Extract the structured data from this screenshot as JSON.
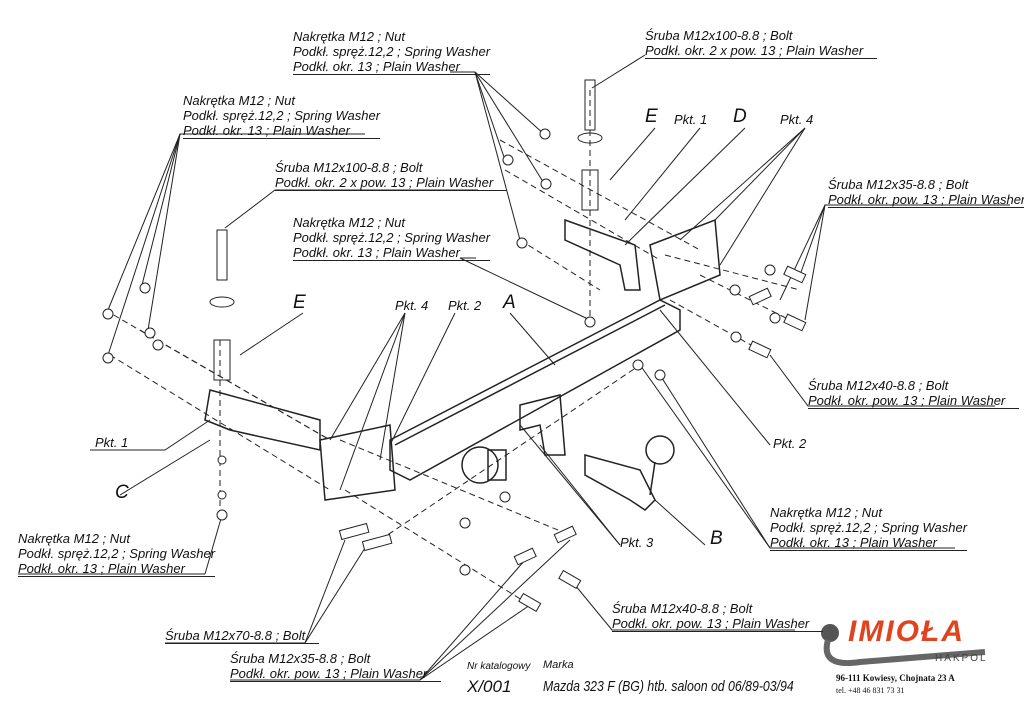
{
  "labels": {
    "nut": [
      "Nakrętka  M12 ; Nut",
      "Podkł. spręż.12,2 ; Spring Washer",
      "Podkł. okr. 13 ; Plain Washer"
    ],
    "bolt100": [
      "Śruba M12x100-8.8 ;  Bolt",
      "Podkł. okr. 2 x pow. 13 ; Plain Washer"
    ],
    "bolt35": [
      "Śruba M12x35-8.8 ;  Bolt",
      "Podkł. okr. pow. 13 ; Plain Washer"
    ],
    "bolt40": [
      "Śruba M12x40-8.8 ;  Bolt",
      "Podkł. okr. pow. 13 ; Plain Washer"
    ],
    "bolt70": "Śruba M12x70-8.8 ;  Bolt"
  },
  "markers": {
    "A": "A",
    "B": "B",
    "C": "C",
    "D": "D",
    "E": "E",
    "pkt1": "Pkt. 1",
    "pkt2": "Pkt. 2",
    "pkt3": "Pkt. 3",
    "pkt4": "Pkt. 4"
  },
  "footer": {
    "catalog_label": "Nr katalogowy",
    "catalog_no": "X/001",
    "brand_label": "Marka",
    "vehicle": "Mazda 323 F (BG) htb. saloon    od  06/89-03/94"
  },
  "company": {
    "logo": "IMIOŁA",
    "sub": "HAKPOL",
    "address": "96-111 Kowiesy, Chojnata 23 A",
    "tel": "tel. +48 46 831 73 31"
  },
  "colors": {
    "brand": "#e0441f",
    "line": "#222222"
  }
}
